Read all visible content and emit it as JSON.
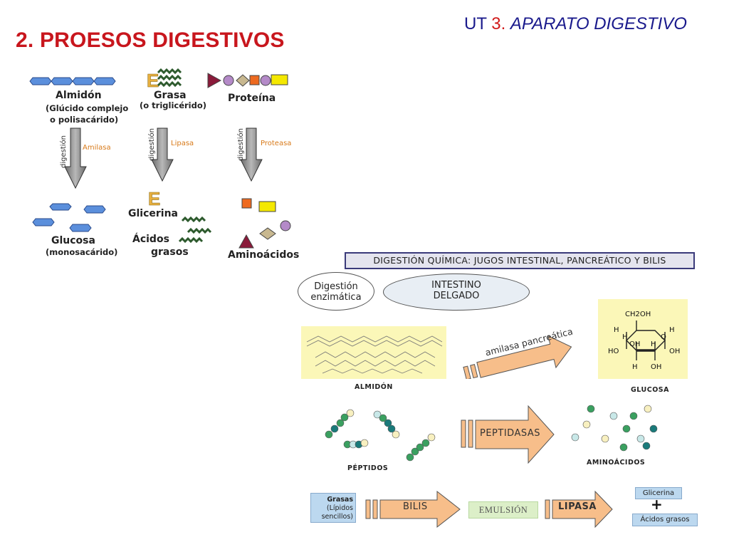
{
  "header": {
    "ut_prefix": "UT",
    "ut_number": "3.",
    "ut_title": "APARATO DIGESTIVO"
  },
  "title": "2. PROESOS DIGESTIVOS",
  "left_diagram": {
    "almidon": {
      "name": "Almidón",
      "desc1": "(Glúcido complejo",
      "desc2": "o polisacárido)",
      "digestion": "digestión",
      "enzyme": "Amilasa",
      "product": "Glucosa",
      "product_desc": "(monosacárido)"
    },
    "grasa": {
      "name": "Grasa",
      "desc1": "(o triglicérido)",
      "digestion": "digestión",
      "enzyme": "Lipasa",
      "glycerol_letter": "E",
      "product1": "Glicerina",
      "product2a": "Ácidos",
      "product2b": "grasos"
    },
    "proteina": {
      "name": "Proteína",
      "digestion": "digestión",
      "enzyme": "Proteasa",
      "product": "Aminoácidos"
    }
  },
  "right_diagram": {
    "banner": "DIGESTIÓN QUÍMICA: JUGOS INTESTINAL, PANCREÁTICO Y BILIS",
    "oval1_line1": "Digestión",
    "oval1_line2": "enzimática",
    "oval2_line1": "INTESTINO",
    "oval2_line2": "DELGADO",
    "arrow1": "amilasa pancreática",
    "almidon_label": "ALMIDÓN",
    "glucosa_label": "GLUCOSA",
    "glucose_formula": {
      "top": "CH2OH",
      "h": "H",
      "oh": "OH",
      "ho": "HO"
    },
    "peptidos_label": "PÉPTIDOS",
    "arrow2": "PEPTIDASAS",
    "aminoacidos_label": "AMINOÁCIDOS",
    "grasas_line1": "Grasas",
    "grasas_line2": "(Lípidos",
    "grasas_line3": "sencillos)",
    "arrow3": "BILIS",
    "emulsion": "EMULSIÓN",
    "arrow4": "LIPASA",
    "out1": "Glicerina",
    "plus": "+",
    "out2": "Ácidos grasos"
  },
  "colors": {
    "title_red": "#c8161d",
    "ut_blue": "#1a1a8c",
    "enzyme_orange": "#d87a1a",
    "arrow_orange": "#f7be8a",
    "glucose_blue": "#5b8fdc",
    "fat_green": "#2d5a2d"
  }
}
